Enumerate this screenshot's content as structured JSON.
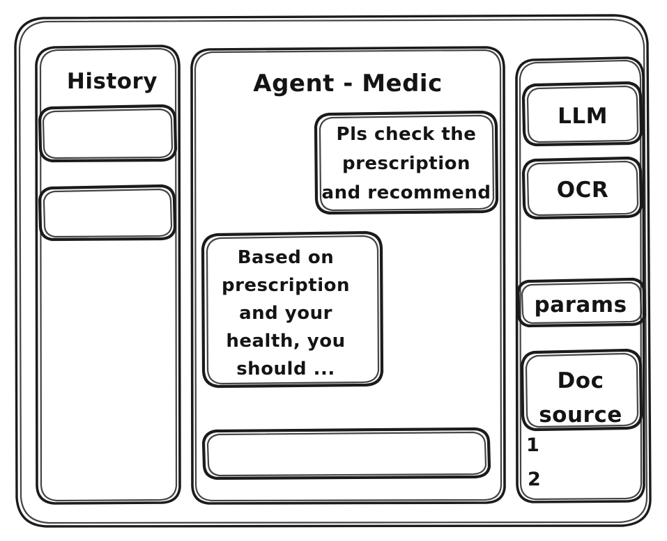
{
  "window": {
    "name": "agent-chat-wireframe",
    "background": "#ffffff",
    "ink": "#1b1b1b",
    "style": "hand-drawn-sketch"
  },
  "sidebar_left": {
    "title": "History",
    "items": [
      {
        "label": "",
        "note": "empty history entry placeholder"
      },
      {
        "label": "",
        "note": "empty history entry placeholder"
      }
    ]
  },
  "main": {
    "title": "Agent - Medic",
    "messages": [
      {
        "role": "user",
        "align": "right",
        "lines": [
          "Pls check the",
          "prescription",
          "and recommend"
        ]
      },
      {
        "role": "assistant",
        "align": "left",
        "lines": [
          "Based on",
          "prescription",
          "and your",
          "health, you",
          "should ..."
        ]
      }
    ],
    "composer": {
      "value": "",
      "placeholder": ""
    }
  },
  "sidebar_right": {
    "chips": [
      {
        "label": "LLM"
      },
      {
        "label": "OCR"
      },
      {
        "label": "params"
      }
    ],
    "doc_source": {
      "lines": [
        "Doc",
        "source"
      ],
      "entries": [
        "1",
        "2"
      ]
    }
  }
}
